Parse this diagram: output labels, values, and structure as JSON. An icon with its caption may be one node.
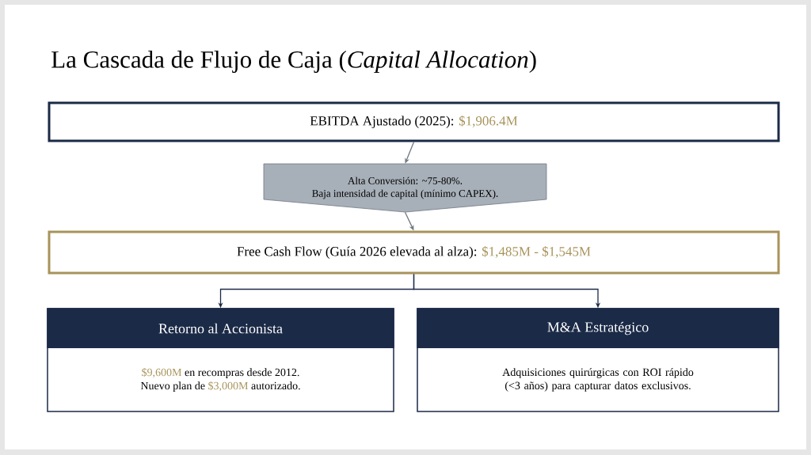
{
  "diagram": {
    "title": "La Cascada de Flujo de Caja (*Capital Allocation*)",
    "nodes": [
      {
        "text": [
          "EBITDA Ajustado (2025):",
          "$1,906.4M"
        ]
      },
      {
        "text": [
          "Alta Conversión: ~75-80%.",
          "Baja intensidad de capital (mínimo CAPEX)."
        ]
      },
      {
        "text": [
          "Free Cash Flow (Guía 2026 elevada al alza):",
          "$1,485M - $1,545M"
        ]
      },
      {
        "text": [
          "Retorno al Accionista",
          "$9,600M",
          "en recompras desde 2012.",
          "Nuevo plan de",
          "$3,000M",
          "autorizado."
        ]
      },
      {
        "text": [
          "M&A Estratégico",
          "Adquisiciones quirúrgicas con ROI rápido (<3 años) para capturar datos exclusivos."
        ]
      }
    ],
    "edges": [
      {
        "from": 0,
        "to": 1,
        "arrow": "to"
      },
      {
        "from": 1,
        "to": 2,
        "arrow": "to"
      },
      {
        "from": 2,
        "to": 3,
        "arrow": "to"
      },
      {
        "from": 2,
        "to": 4,
        "arrow": "to"
      }
    ]
  }
}
